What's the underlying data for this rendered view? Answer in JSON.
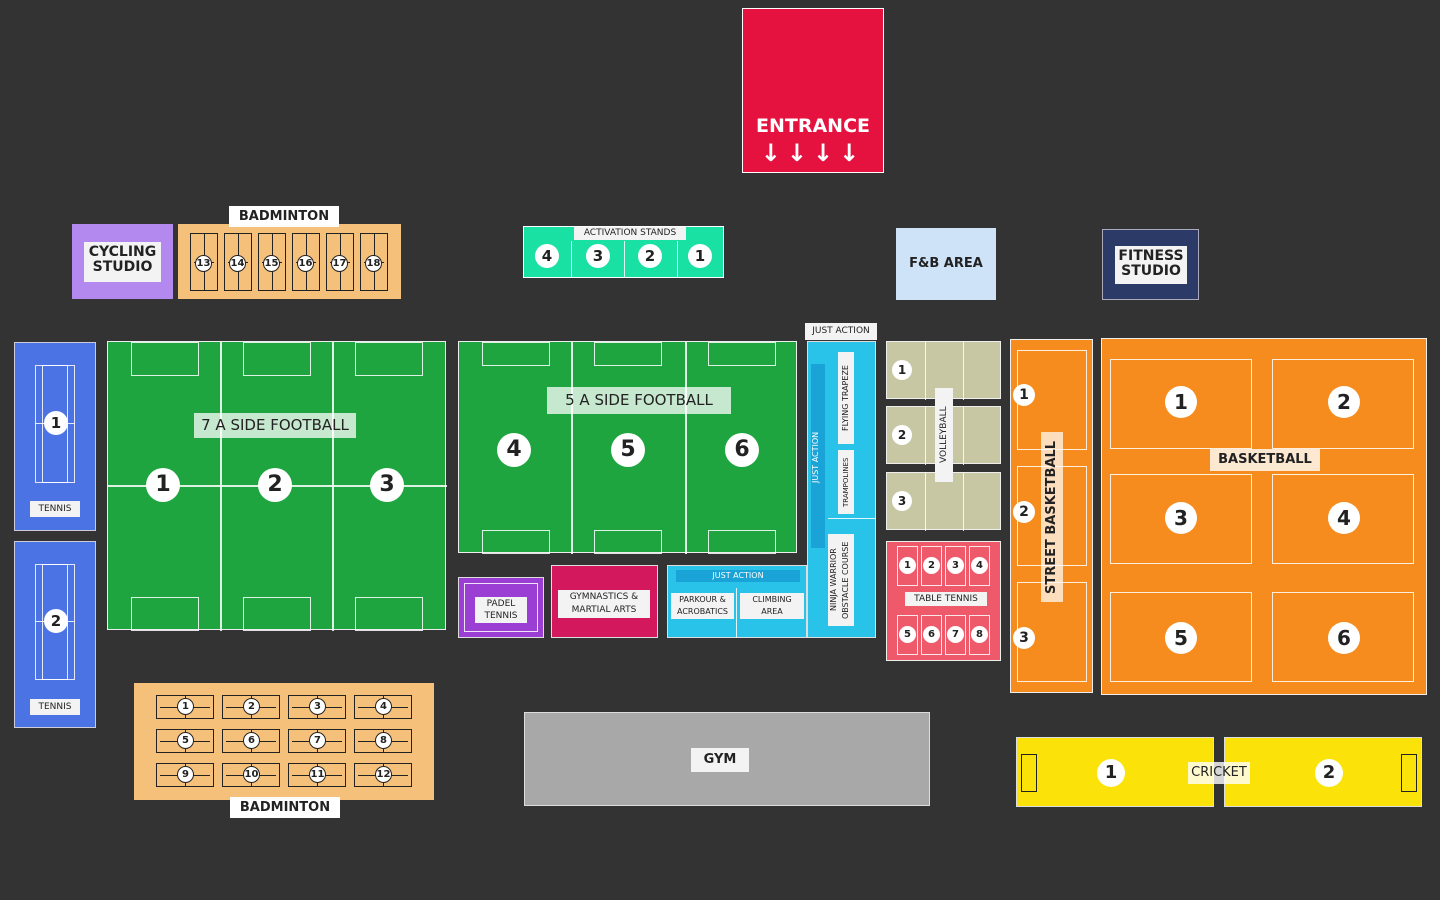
{
  "entrance": {
    "label": "ENTRANCE",
    "arrows": "↓↓↓↓",
    "color": "#e5123f"
  },
  "cycling": {
    "label_line1": "CYCLING",
    "label_line2": "STUDIO",
    "color": "#b388ef"
  },
  "badminton_top": {
    "label": "BADMINTON",
    "courts": [
      "13",
      "14",
      "15",
      "16",
      "17",
      "18"
    ],
    "color": "#f5c07a"
  },
  "activation": {
    "label": "ACTIVATION STANDS",
    "stands": [
      "4",
      "3",
      "2",
      "1"
    ],
    "color": "#19e0a3"
  },
  "fb_area": {
    "label": "F&B AREA",
    "color": "#cfe3f8"
  },
  "fitness": {
    "label_line1": "FITNESS",
    "label_line2": "STUDIO",
    "color": "#2b3a66"
  },
  "tennis": {
    "courts": [
      {
        "number": "1",
        "label": "TENNIS"
      },
      {
        "number": "2",
        "label": "TENNIS"
      }
    ],
    "color": "#4b73e3"
  },
  "seven_a_side": {
    "label": "7 A SIDE FOOTBALL",
    "pitches": [
      "1",
      "2",
      "3"
    ],
    "color": "#1ea53f"
  },
  "five_a_side": {
    "label": "5 A SIDE FOOTBALL",
    "pitches": [
      "4",
      "5",
      "6"
    ],
    "color": "#1ea53f"
  },
  "just_action_top": {
    "header": "JUST ACTION",
    "side_label": "JUST ACTION",
    "flying_trapeze": "FLYING TRAPEZE",
    "trampolines": "TRAMPOLINES",
    "ninja_line1": "NINJA WARRIOR",
    "ninja_line2": "OBSTACLE COURSE",
    "color": "#29c3ea"
  },
  "volleyball": {
    "label": "VOLLEYBALL",
    "courts": [
      "1",
      "2",
      "3"
    ],
    "color": "#c7c7a4"
  },
  "street_basketball": {
    "label": "STREET BASKETBALL",
    "courts": [
      "1",
      "2",
      "3"
    ],
    "color": "#f68c1e"
  },
  "basketball": {
    "label": "BASKETBALL",
    "courts": [
      "1",
      "2",
      "3",
      "4",
      "5",
      "6"
    ],
    "color": "#f68c1e"
  },
  "padel": {
    "label_line1": "PADEL",
    "label_line2": "TENNIS",
    "color": "#9b3fd4"
  },
  "gymnastics": {
    "label_line1": "GYMNASTICS &",
    "label_line2": "MARTIAL ARTS",
    "color": "#d4185e"
  },
  "just_action_bottom": {
    "header": "JUST ACTION",
    "parkour_line1": "PARKOUR &",
    "parkour_line2": "ACROBATICS",
    "climbing_line1": "CLIMBING",
    "climbing_line2": "AREA",
    "color": "#29c3ea"
  },
  "table_tennis": {
    "label": "TABLE TENNIS",
    "tables_top": [
      "1",
      "2",
      "3",
      "4"
    ],
    "tables_bottom": [
      "5",
      "6",
      "7",
      "8"
    ],
    "color": "#ee5a6a"
  },
  "badminton_bottom": {
    "label": "BADMINTON",
    "courts": [
      "1",
      "2",
      "3",
      "4",
      "5",
      "6",
      "7",
      "8",
      "9",
      "10",
      "11",
      "12"
    ],
    "color": "#f5c07a"
  },
  "gym": {
    "label": "GYM",
    "color": "#a8a8a8"
  },
  "cricket": {
    "label": "CRICKET",
    "pitches": [
      "1",
      "2"
    ],
    "color": "#fbe30a"
  }
}
